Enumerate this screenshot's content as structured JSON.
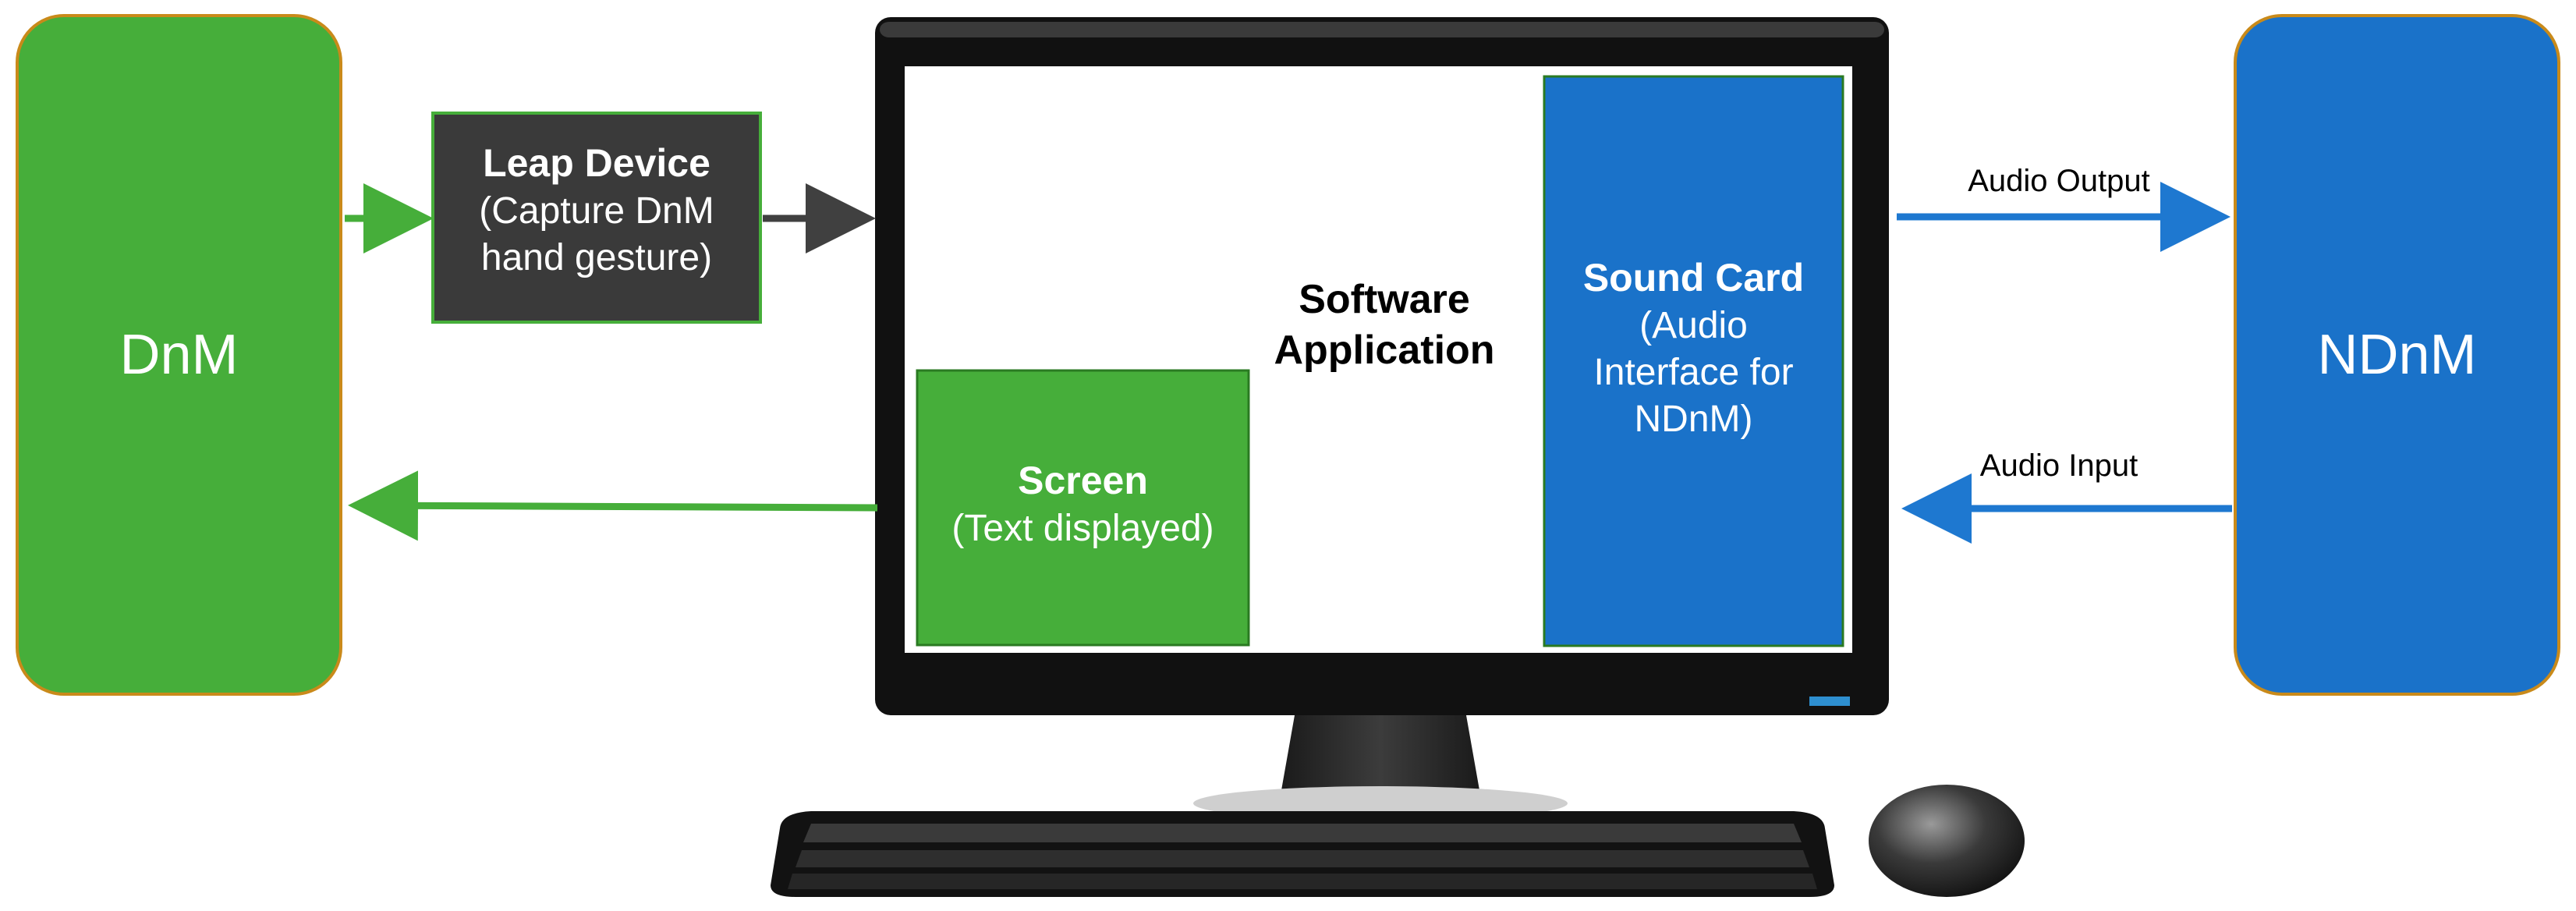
{
  "nodes": {
    "dnm": {
      "label": "DnM"
    },
    "ndnm": {
      "label": "NDnM"
    },
    "leap": {
      "title": "Leap Device",
      "sub1": "(Capture DnM",
      "sub2": "hand gesture)"
    },
    "software": {
      "line1": "Software",
      "line2": "Application"
    },
    "screen": {
      "title": "Screen",
      "sub": "(Text displayed)"
    },
    "soundcard": {
      "title": "Sound Card",
      "sub1": "(Audio",
      "sub2": "Interface for",
      "sub3": "NDnM)"
    }
  },
  "edges": {
    "audio_output": "Audio Output",
    "audio_input": "Audio Input"
  },
  "colors": {
    "green": "#46AE3A",
    "green_border": "#C98A1A",
    "blue": "#1A72C9",
    "dark": "#3A3A3A",
    "arrow_dark": "#404040",
    "arrow_blue": "#1E78D0",
    "arrow_green": "#46AE3A"
  }
}
